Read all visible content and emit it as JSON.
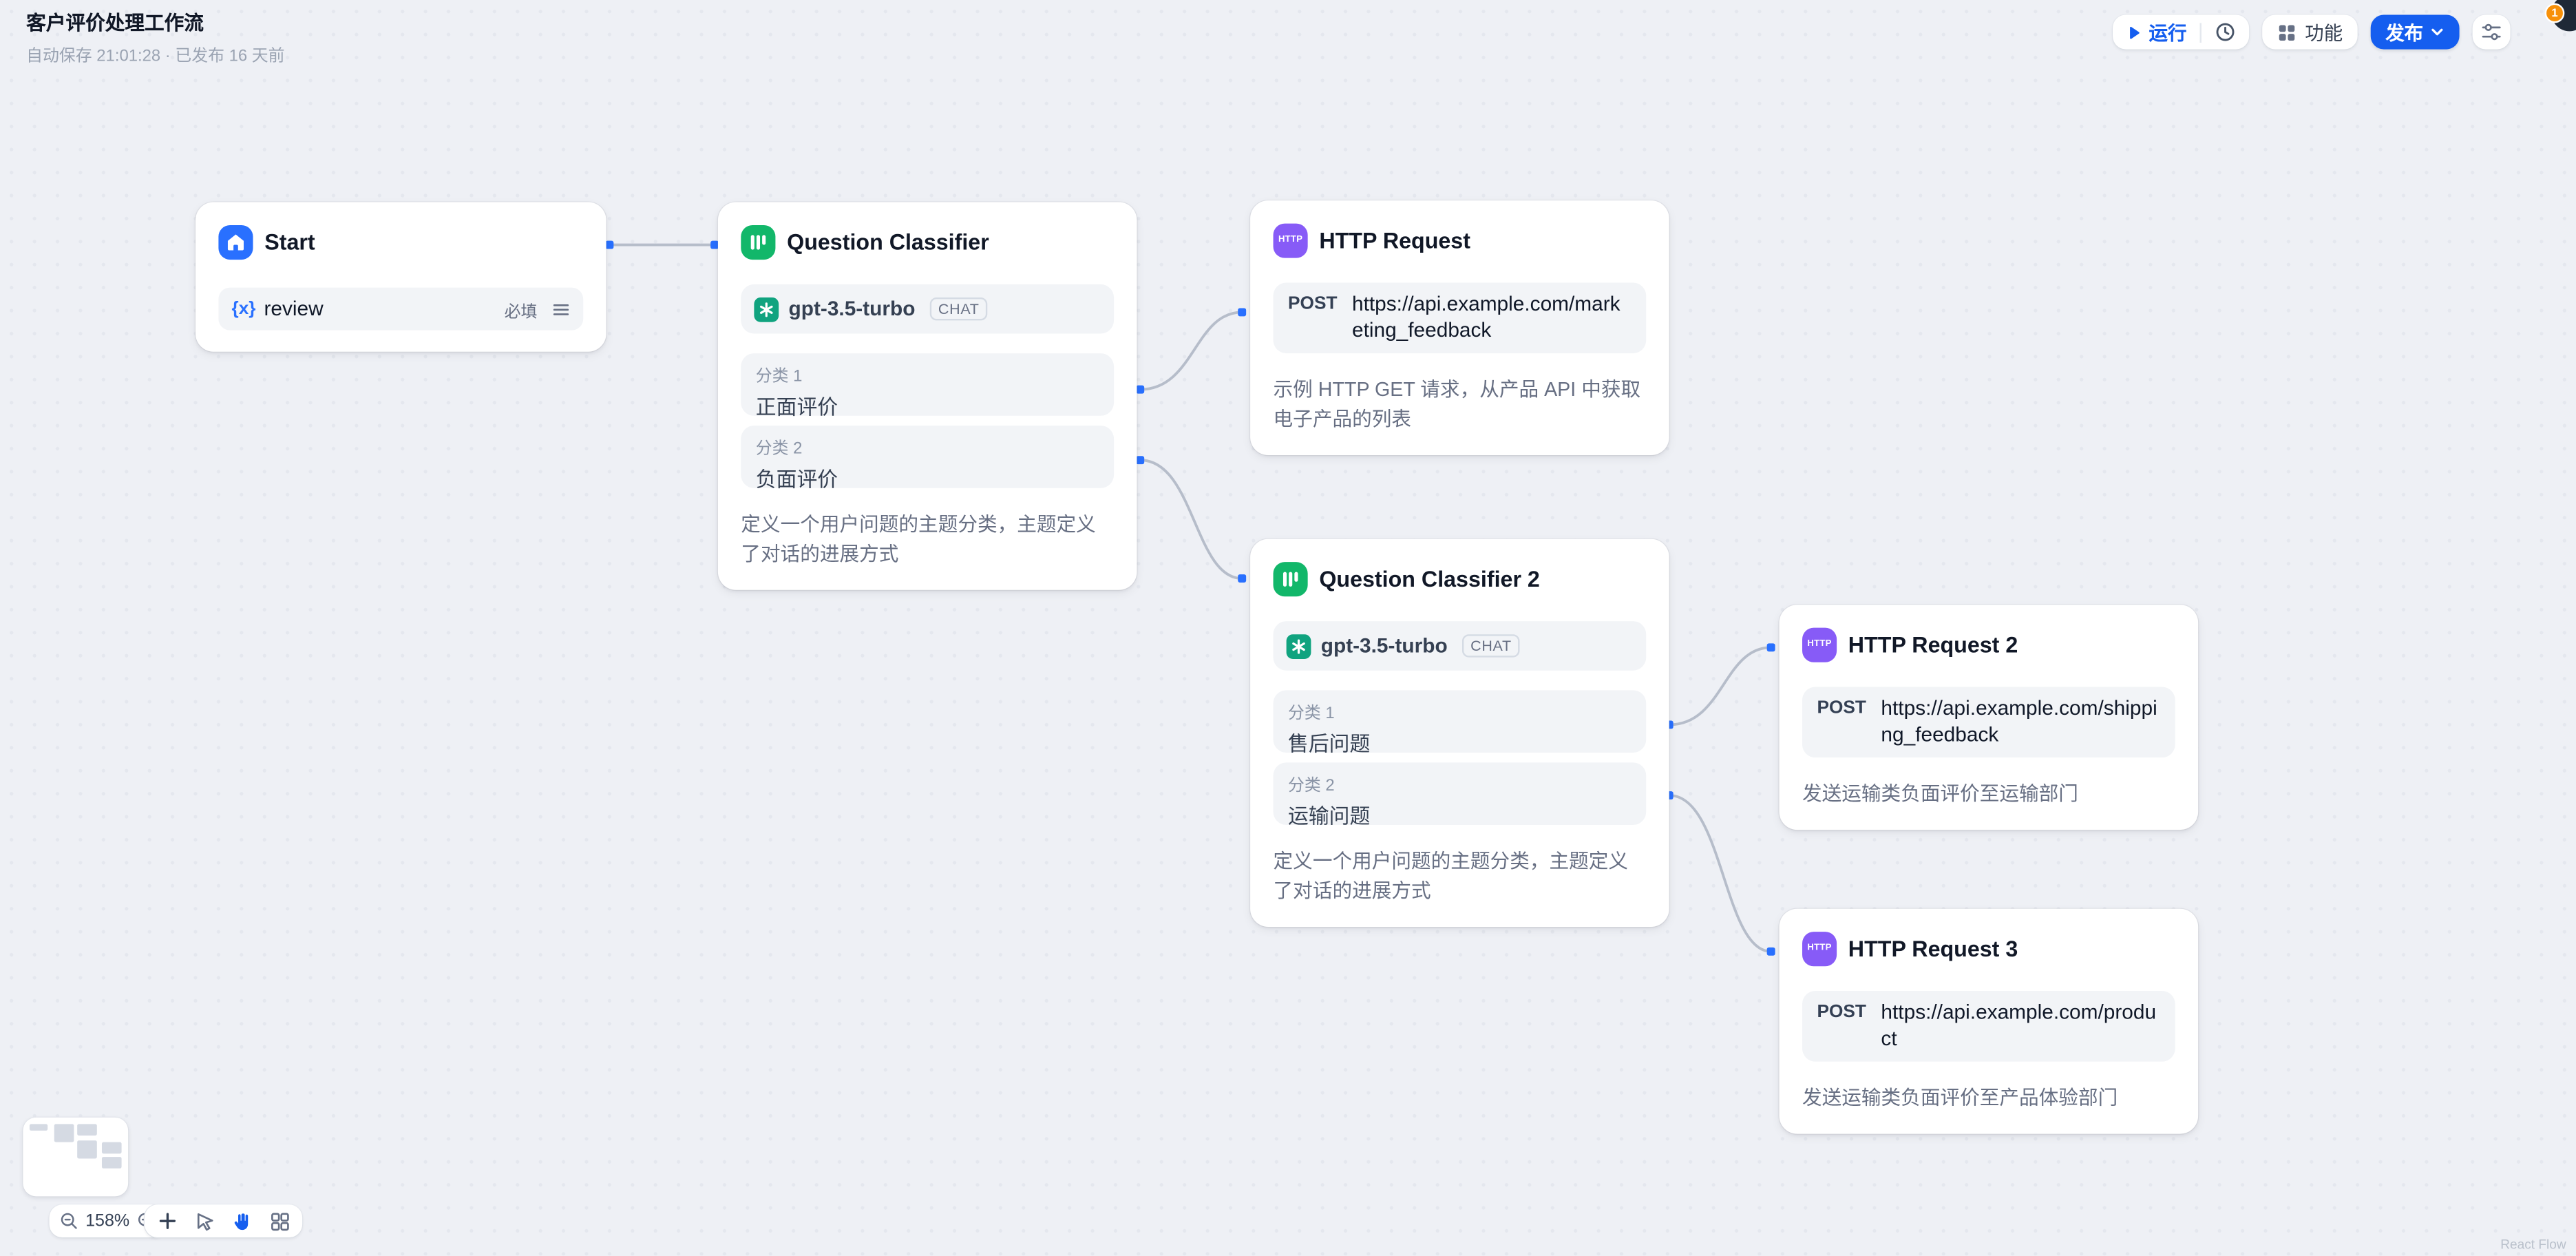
{
  "header": {
    "title": "客户评价处理工作流",
    "autosave": "自动保存 21:01:28 · 已发布 16 天前",
    "run_label": "运行",
    "features_label": "功能",
    "publish_label": "发布",
    "notification_count": "1"
  },
  "canvas": {
    "nodes": {
      "start": {
        "title": "Start",
        "field": {
          "icon": "{x}",
          "name": "review",
          "required": "必填"
        }
      },
      "classifier1": {
        "title": "Question Classifier",
        "model": "gpt-3.5-turbo",
        "model_mode": "CHAT",
        "class1_label": "分类 1",
        "class1_value": "正面评价",
        "class2_label": "分类 2",
        "class2_value": "负面评价",
        "description": "定义一个用户问题的主题分类，主题定义了对话的进展方式"
      },
      "http1": {
        "title": "HTTP Request",
        "method": "POST",
        "url": "https://api.example.com/marketing_feedback",
        "description": "示例 HTTP GET 请求，从产品 API 中获取电子产品的列表"
      },
      "classifier2": {
        "title": "Question Classifier 2",
        "model": "gpt-3.5-turbo",
        "model_mode": "CHAT",
        "class1_label": "分类 1",
        "class1_value": "售后问题",
        "class2_label": "分类 2",
        "class2_value": "运输问题",
        "description": "定义一个用户问题的主题分类，主题定义了对话的进展方式"
      },
      "http2": {
        "title": "HTTP Request 2",
        "method": "POST",
        "url": "https://api.example.com/shipping_feedback",
        "description": "发送运输类负面评价至运输部门"
      },
      "http3": {
        "title": "HTTP Request 3",
        "method": "POST",
        "url": "https://api.example.com/product",
        "description": "发送运输类负面评价至产品体验部门"
      }
    },
    "icons": {
      "http_badge": "HTTP"
    }
  },
  "controls": {
    "zoom": "158%"
  },
  "attribution": "React Flow",
  "colors": {
    "primary": "#155eef",
    "start_icon": "#2970ff",
    "classifier_icon": "#12b76a",
    "openai_icon": "#10a37f",
    "http_icon": "#875bf7",
    "edge": "#b6bdca",
    "notification_badge": "#f79009",
    "canvas_bg": "#eef0f5"
  }
}
